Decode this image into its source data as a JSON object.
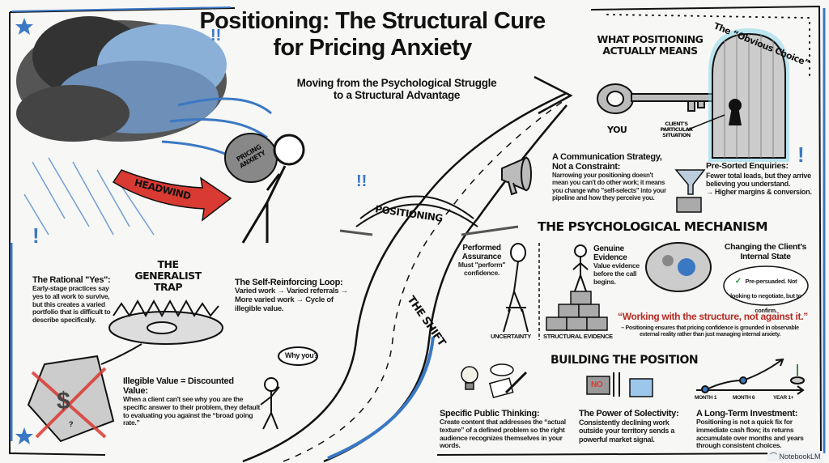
{
  "title": {
    "line1": "Positioning: The Structural Cure",
    "line2": "for Pricing Anxiety"
  },
  "subtitle": {
    "line1": "Moving from the Psychological Struggle",
    "line2": "to a Structural Advantage"
  },
  "left": {
    "headwind": "HEADWIND",
    "burden": "PRICING ANXIETY",
    "trap_title": {
      "line1": "THE",
      "line2": "GENERALIST",
      "line3": "TRAP"
    },
    "rational_yes": {
      "heading": "The Rational \"Yes\":",
      "body": "Early-stage practices say yes to all work to survive, but this creates a varied portfolio that is difficult to describe specifically."
    },
    "loop": {
      "heading": "The Self-Reinforcing Loop:",
      "body": "Varied work → Varied referrals → More varied work → Cycle of illegible value."
    },
    "illegible": {
      "heading": "Illegible Value = Discounted Value:",
      "body": "When a client can't see why you are the specific answer to their problem, they default to evaluating you against the “broad going rate.”"
    },
    "why_you": "Why you?",
    "price_tag_mark": "?"
  },
  "middle": {
    "bridge_label": "POSITIONING",
    "shift_label": "THE SHIFT"
  },
  "meaning": {
    "title": {
      "line1": "WHAT POSITIONING",
      "line2": "ACTUALLY MEANS"
    },
    "obvious_choice": "The “Obvious Choice”",
    "you": "YOU",
    "client_situation": {
      "line1": "CLIENT'S",
      "line2": "PARTICULAR",
      "line3": "SITUATION"
    },
    "communication": {
      "heading1": "A Communication Strategy,",
      "heading2": "Not a Constraint:",
      "body": "Narrowing your positioning doesn't mean you can't do other work; it means you change who \"self-selects\" into your pipeline and how they perceive you."
    },
    "presorted": {
      "heading": "Pre-Sorted Enquiries:",
      "body": "Fewer total leads, but they arrive believing you understand.",
      "result": "→ Higher margins & conversion."
    }
  },
  "mechanism": {
    "title": "THE PSYCHOLOGICAL MECHANISM",
    "performed": {
      "heading1": "Performed",
      "heading2": "Assurance",
      "body": "Must \"perform\" confidence.",
      "caption": "UNCERTAINTY"
    },
    "genuine": {
      "heading1": "Genuine",
      "heading2": "Evidence",
      "body": "Value evidence before the call begins.",
      "caption": "STRUCTURAL EVIDENCE"
    },
    "client_state": {
      "heading": "Changing the Client's Internal State",
      "thought": "Pre-persuaded. Not looking to negotiate, but to confirm."
    },
    "quote": "“Working with the structure, not against it.”",
    "quote_sub": "– Positioning ensures that pricing confidence is grounded in observable external reality rather than just managing internal anxiety."
  },
  "building": {
    "title": "BUILDING THE POSITION",
    "items": [
      {
        "heading": "Specific Public Thinking:",
        "body": "Create content that addresses the “actual texture” of a defined problem so the right audience recognizes themselves in your words."
      },
      {
        "heading": "The Power of Solectivity:",
        "body": "Consistently declining work outside your territory sends a powerful market signal.",
        "folder_label": "NO"
      },
      {
        "heading": "A Long-Term Investment:",
        "body": "Positioning is not a quick fix for immediate cash flow; its returns accumulate over months and years through consistent choices."
      }
    ],
    "timeline": [
      "MONTH 1",
      "MONTH 6",
      "YEAR 1+"
    ]
  },
  "watermark": "NotebookLM",
  "colors": {
    "accent_blue": "#3b78c4",
    "red": "#d93a32",
    "ink": "#111111",
    "glow": "#7fd3ea",
    "quote_red": "#b52a22"
  }
}
